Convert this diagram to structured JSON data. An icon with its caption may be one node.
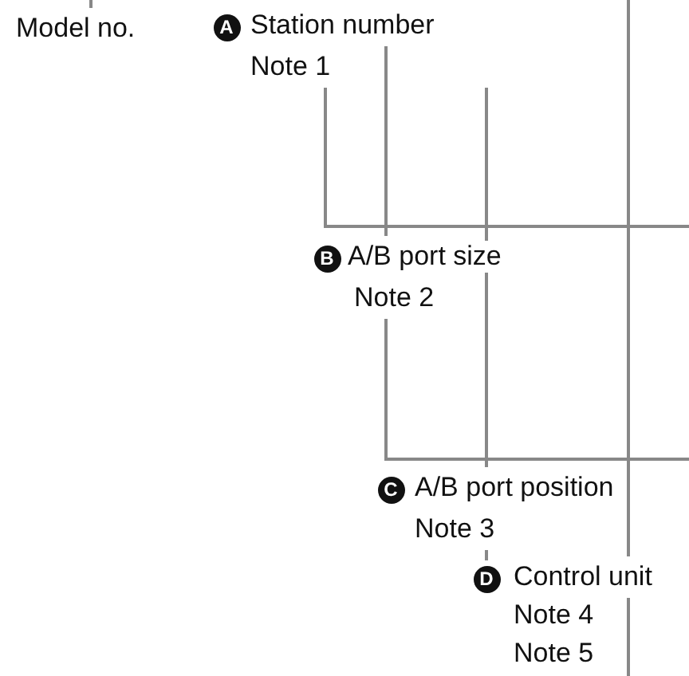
{
  "diagram": {
    "nodes": [
      {
        "text": [
          "Model no."
        ]
      },
      {
        "text": [
          "A",
          "Station number",
          "Note 1"
        ]
      },
      {
        "text": [
          "B",
          "A/B port size",
          "Note 2"
        ]
      },
      {
        "text": [
          "C",
          "A/B port position",
          "Note 3"
        ]
      },
      {
        "text": [
          "D",
          "Control unit",
          "Note 4",
          "Note 5"
        ]
      }
    ],
    "edges": [
      {
        "from": 0,
        "to": null,
        "arrow": "none"
      },
      {
        "from": 1,
        "to": null,
        "arrow": "none"
      },
      {
        "from": 1,
        "to": 2,
        "arrow": "none"
      },
      {
        "from": 2,
        "to": null,
        "arrow": "none"
      },
      {
        "from": 1,
        "to": 3,
        "arrow": "none"
      },
      {
        "from": 3,
        "to": 4,
        "arrow": "none"
      },
      {
        "from": null,
        "to": 4,
        "arrow": "none"
      },
      {
        "from": 4,
        "to": null,
        "arrow": "none"
      }
    ]
  }
}
